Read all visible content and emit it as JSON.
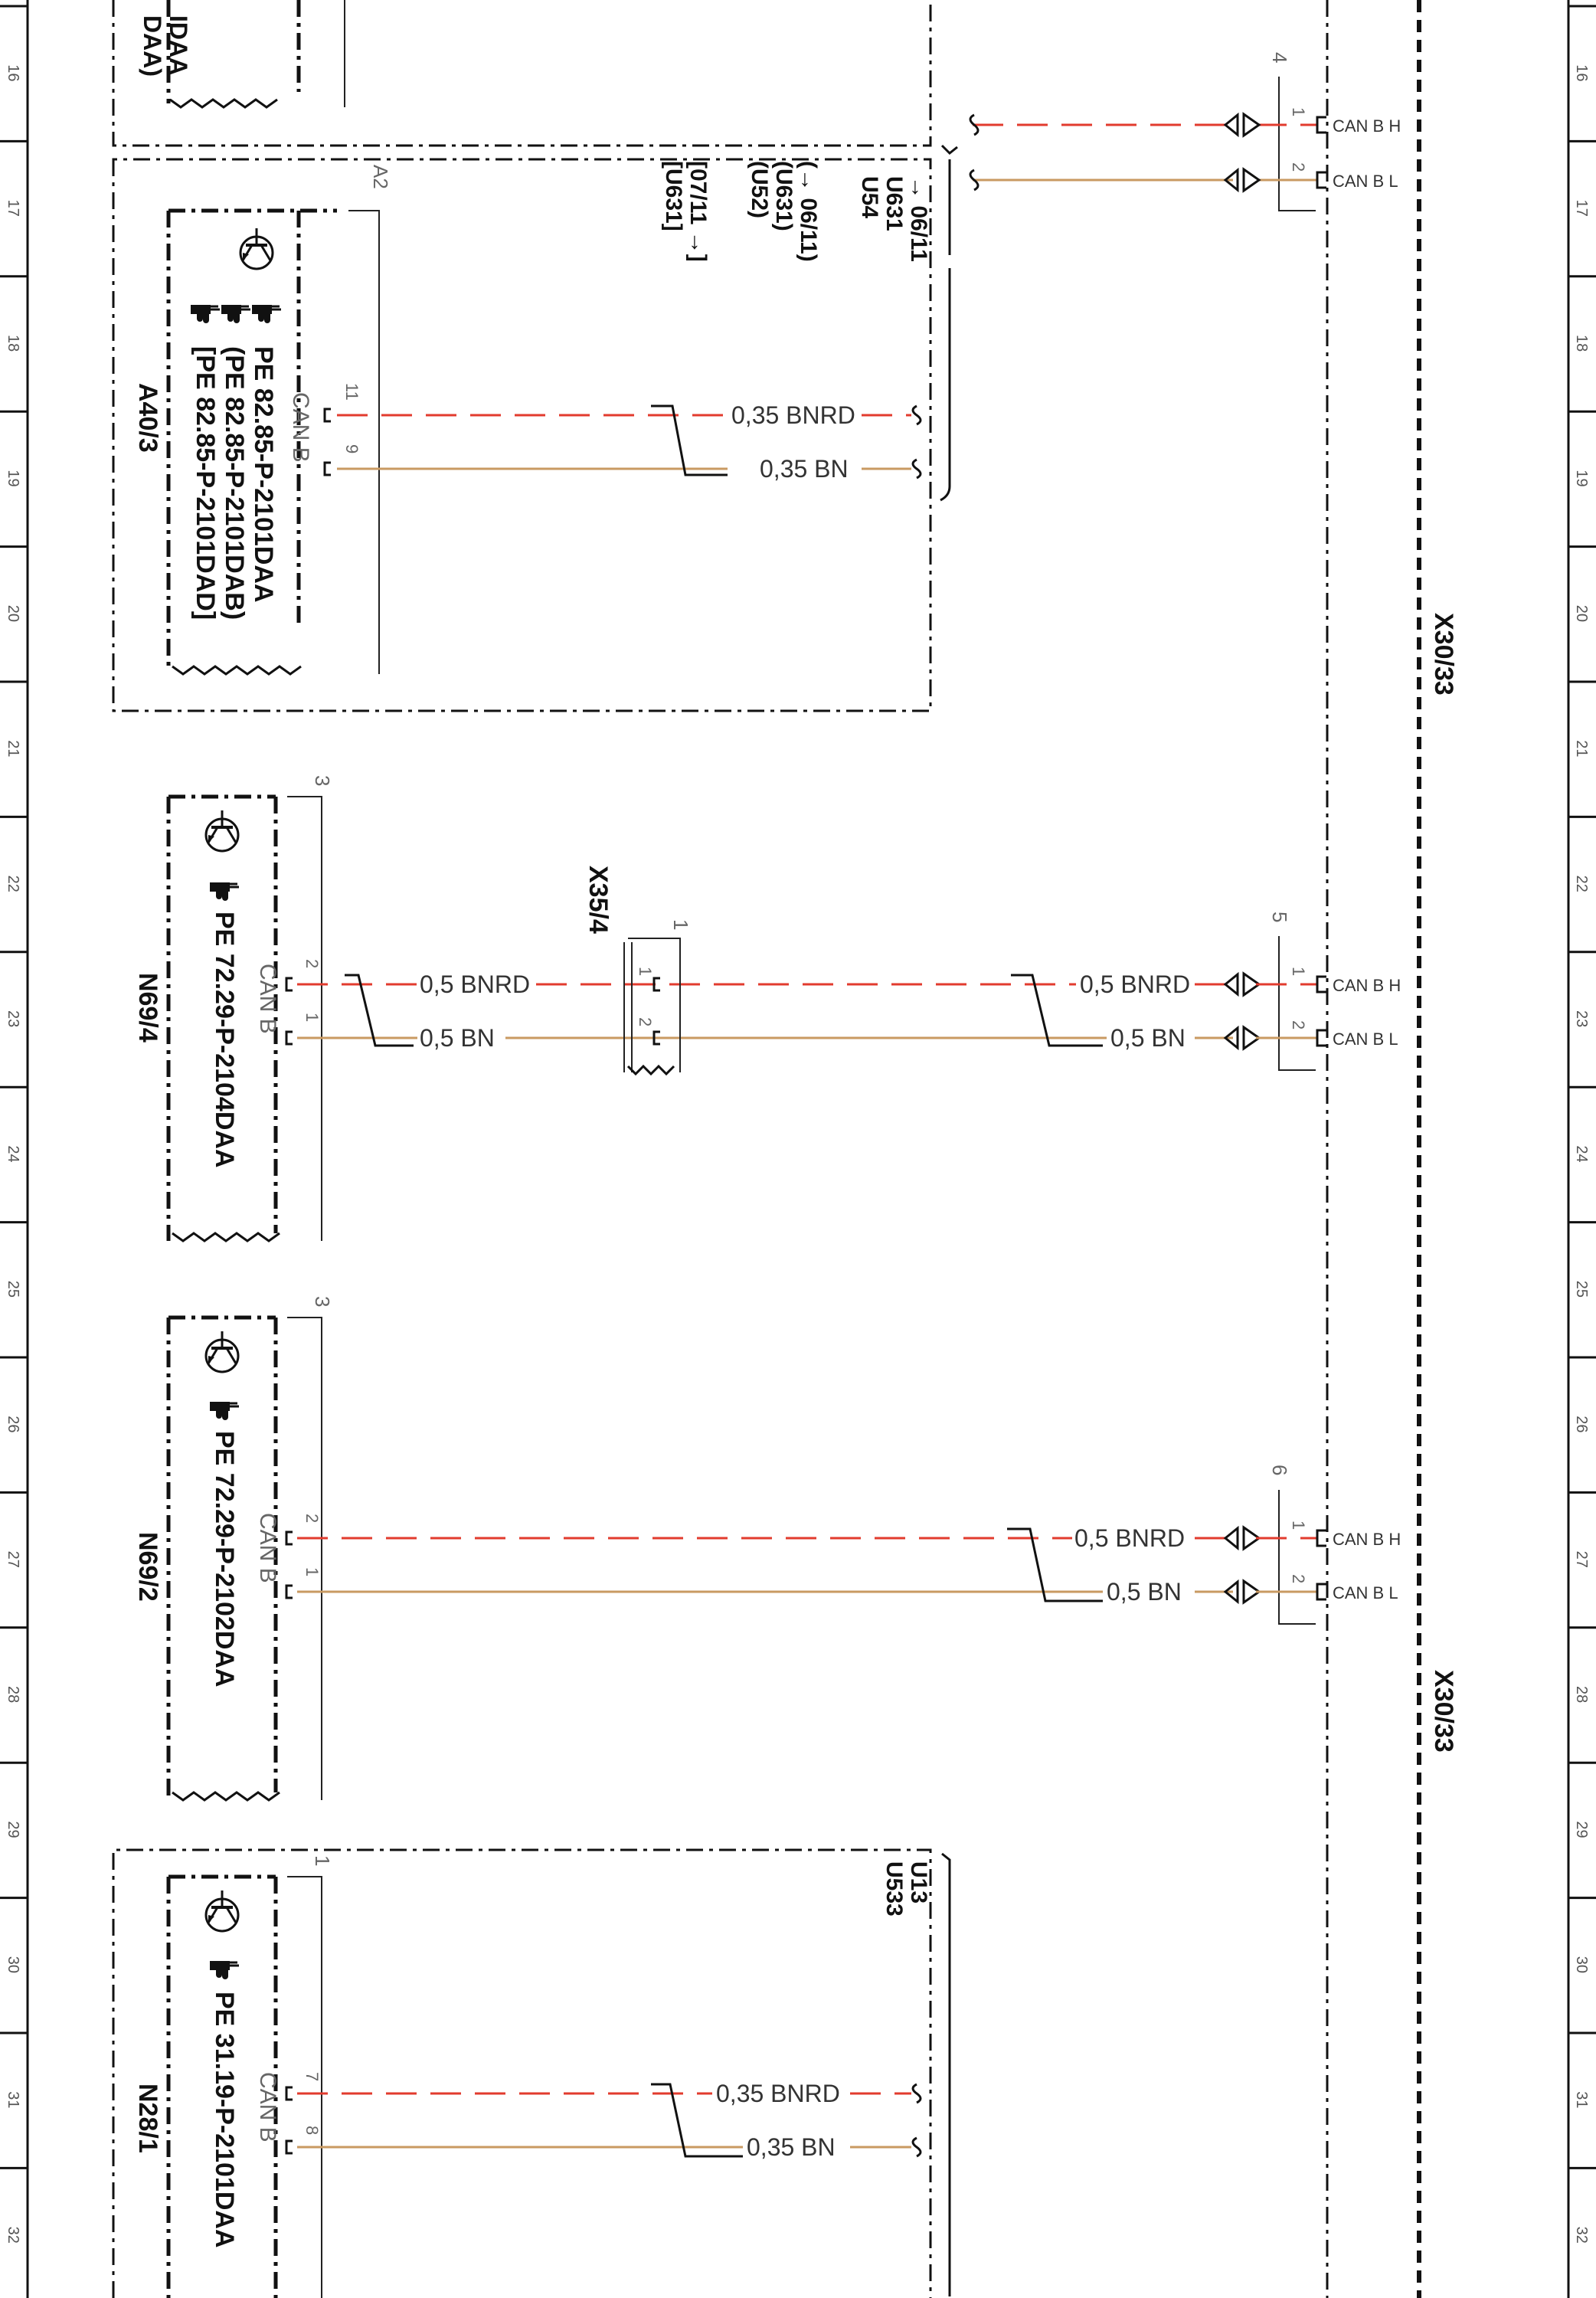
{
  "ruler": {
    "labels": [
      "16",
      "17",
      "18",
      "19",
      "20",
      "21",
      "22",
      "23",
      "24",
      "25",
      "26",
      "27",
      "28",
      "29",
      "30",
      "31",
      "32"
    ]
  },
  "connector": {
    "name": "X30/33",
    "name_lower": "X30/33"
  },
  "right_groups": [
    {
      "num": "4",
      "pins": [
        {
          "pin": "1",
          "label": "CAN B H"
        },
        {
          "pin": "2",
          "label": "CAN B L"
        }
      ]
    },
    {
      "num": "5",
      "pins": [
        {
          "pin": "1",
          "label": "CAN B H"
        },
        {
          "pin": "2",
          "label": "CAN B L"
        }
      ]
    },
    {
      "num": "6",
      "pins": [
        {
          "pin": "1",
          "label": "CAN B H"
        },
        {
          "pin": "2",
          "label": "CAN B L"
        }
      ]
    }
  ],
  "top_partial": {
    "line1": "IDAA",
    "line2": "DAA)"
  },
  "a40": {
    "box_tag": "A2",
    "component": "A40/3",
    "bus": "CAN B",
    "pins": [
      "11",
      "9"
    ],
    "refs": [
      "PE 82.85-P-2101DAA",
      "(PE 82.85-P-2101DAB)",
      "[PE 82.85-P-2101DAD]"
    ],
    "wires": [
      "0,35 BNRD",
      "0,35 BN"
    ],
    "xrefs": [
      "→ 06/11",
      "U631",
      "U54",
      "(→ 06/11)",
      "(U631)",
      "(U52)",
      "[07/11 →]",
      "[U631]"
    ]
  },
  "n69_4": {
    "component": "N69/4",
    "bus": "CAN B",
    "tag": "3",
    "pins": [
      "2",
      "1"
    ],
    "ref": "PE 72.29-P-2104DAA",
    "wires_left": [
      "0,5 BNRD",
      "0,5 BN"
    ],
    "wires_right": [
      "0,5 BNRD",
      "0,5 BN"
    ],
    "splice": {
      "name": "X35/4",
      "tag": "1",
      "pins": [
        "1",
        "2"
      ]
    }
  },
  "n69_2": {
    "component": "N69/2",
    "bus": "CAN B",
    "tag": "3",
    "pins": [
      "2",
      "1"
    ],
    "ref": "PE 72.29-P-2102DAA",
    "wires": [
      "0,5 BNRD",
      "0,5 BN"
    ]
  },
  "n28": {
    "component": "N28/1",
    "bus": "CAN B",
    "tag": "1",
    "pins": [
      "7",
      "8"
    ],
    "ref": "PE 31.19-P-2101DAA",
    "wires": [
      "0,35 BNRD",
      "0,35 BN"
    ],
    "xrefs": [
      "U13",
      "U533"
    ]
  },
  "colors": {
    "can_high": "#e23b2e",
    "can_low": "#c99a62",
    "line": "#111111"
  },
  "icons": [
    "transistor-icon",
    "hand-pointer-icon",
    "connector-arrow-icon"
  ]
}
